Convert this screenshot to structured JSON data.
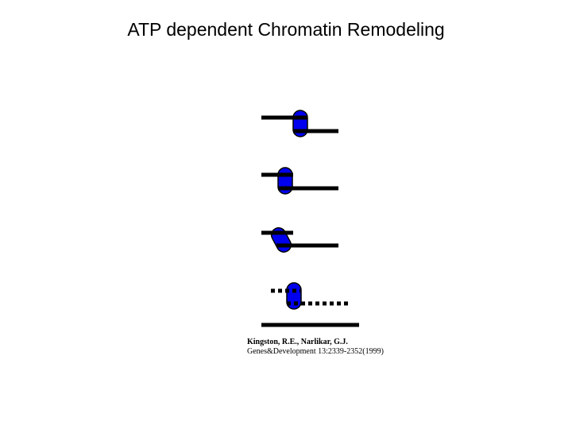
{
  "slide": {
    "title": "ATP dependent Chromatin Remodeling"
  },
  "citation": {
    "authors": "Kingston, R.E., Narlikar, G.J.",
    "journal": "Genes&Development 13:2339-2352(1999)"
  },
  "colors": {
    "nucleosome_fill": "#0000ee",
    "dna_line": "#000000",
    "background": "#ffffff"
  }
}
